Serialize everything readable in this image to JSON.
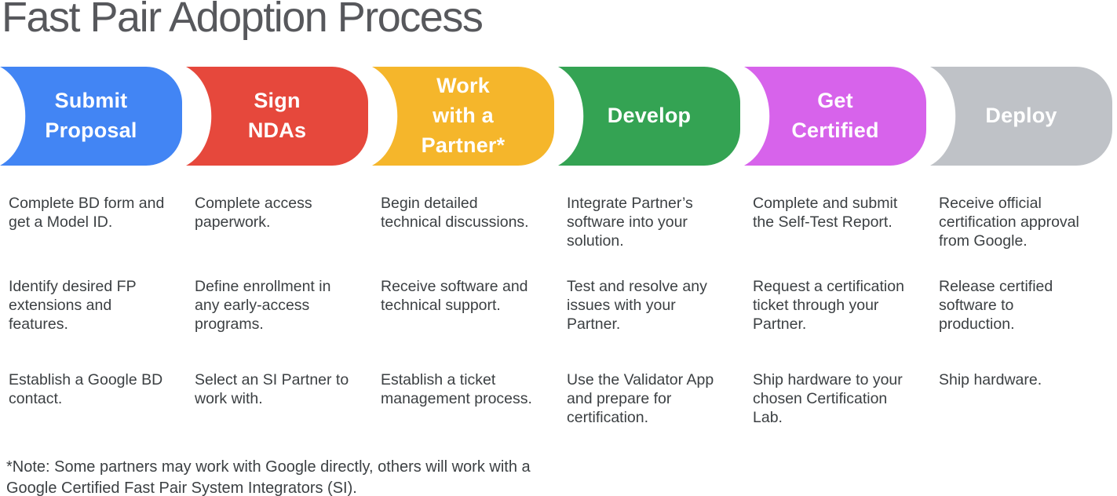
{
  "title": "Fast Pair Adoption Process",
  "stages": [
    {
      "label": "Submit\nProposal",
      "color": "#4285F4",
      "items": [
        "Complete BD form and\nget a Model ID.",
        "Identify desired FP\nextensions and\nfeatures.",
        "Establish a Google BD\ncontact."
      ]
    },
    {
      "label": "Sign\nNDAs",
      "color": "#E6483C",
      "items": [
        "Complete access\npaperwork.",
        "Define enrollment in\nany early-access\nprograms.",
        "Select an SI Partner to\nwork with."
      ]
    },
    {
      "label": "Work\nwith a\nPartner*",
      "color": "#F5B62B",
      "items": [
        "Begin detailed\ntechnical discussions.",
        "Receive software and\ntechnical support.",
        "Establish a ticket\nmanagement process."
      ]
    },
    {
      "label": "Develop",
      "color": "#34A353",
      "items": [
        "Integrate Partner’s\nsoftware into your\nsolution.",
        "Test and resolve any\nissues with your\nPartner.",
        "Use the Validator App\nand prepare for\ncertification."
      ]
    },
    {
      "label": "Get\nCertified",
      "color": "#D763EB",
      "items": [
        "Complete and submit\nthe Self-Test Report.",
        "Request a certification\nticket through your\nPartner.",
        "Ship hardware to your\nchosen Certification\nLab."
      ]
    },
    {
      "label": "Deploy",
      "color": "#BFC2C7",
      "items": [
        "Receive official\ncertification approval\nfrom Google.",
        "Release certified\nsoftware to\nproduction.",
        "Ship hardware."
      ]
    }
  ],
  "footnote": "*Note: Some partners may work with Google directly, others will work with a\nGoogle Certified Fast Pair System Integrators (SI)."
}
